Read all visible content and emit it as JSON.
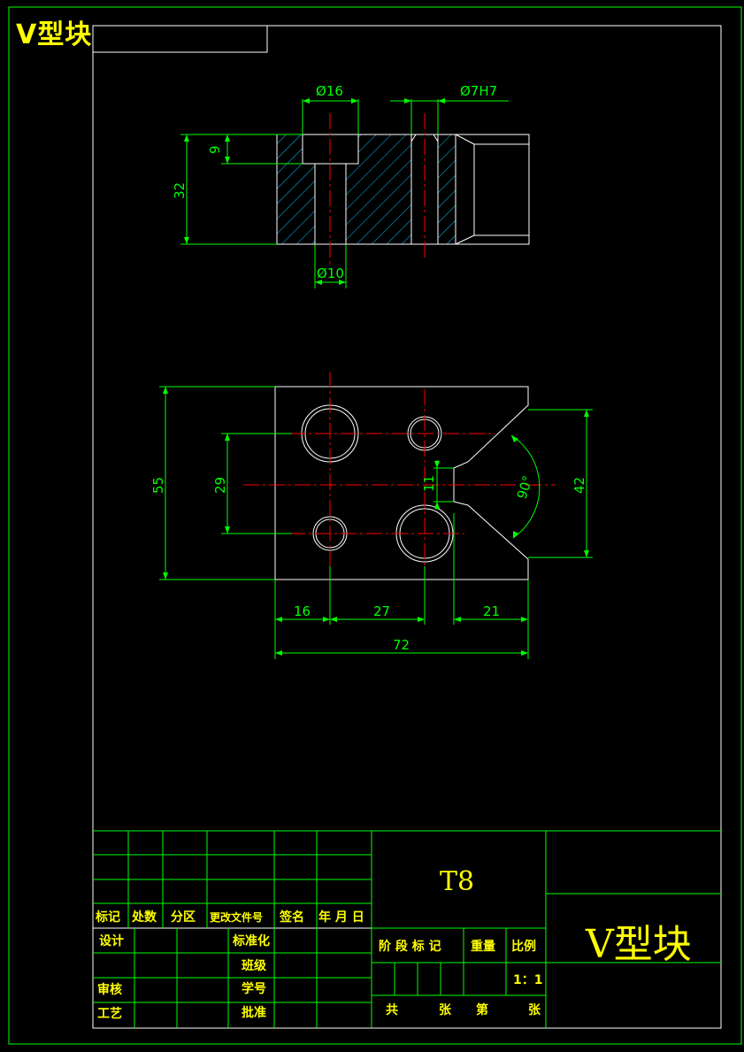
{
  "title_tag": "V型块",
  "dimensions": {
    "top_view": {
      "bore_dia": "Ø16",
      "pin_dia": "Ø7H7",
      "depth": "9",
      "height": "32",
      "hole_dia": "Ø10"
    },
    "front_view": {
      "height": "55",
      "hole_spacing": "29",
      "slot_width": "11",
      "angle": "90°",
      "v_height": "42",
      "dim_16": "16",
      "dim_27": "27",
      "dim_21": "21",
      "total_width": "72"
    }
  },
  "title_block": {
    "material": "T8",
    "part_name": "V型块",
    "row_headers": [
      "标记",
      "处数",
      "分区",
      "更改文件号",
      "签名",
      "年 月 日"
    ],
    "design": "设计",
    "review": "审核",
    "process": "工艺",
    "standardization": "标准化",
    "class": "班级",
    "student_no": "学号",
    "approve": "批准",
    "stage_mark": "阶 段 标 记",
    "weight": "重量",
    "scale_label": "比例",
    "scale_value": "1：1",
    "total_sheets": "共",
    "sheets_word": "张",
    "sheet_no": "第",
    "sheet_word2": "张"
  },
  "colors": {
    "line": "#ffffff",
    "dimension": "#00ff00",
    "center": "#ff0000",
    "hatch": "#00c8ff",
    "text": "#ffff00"
  }
}
